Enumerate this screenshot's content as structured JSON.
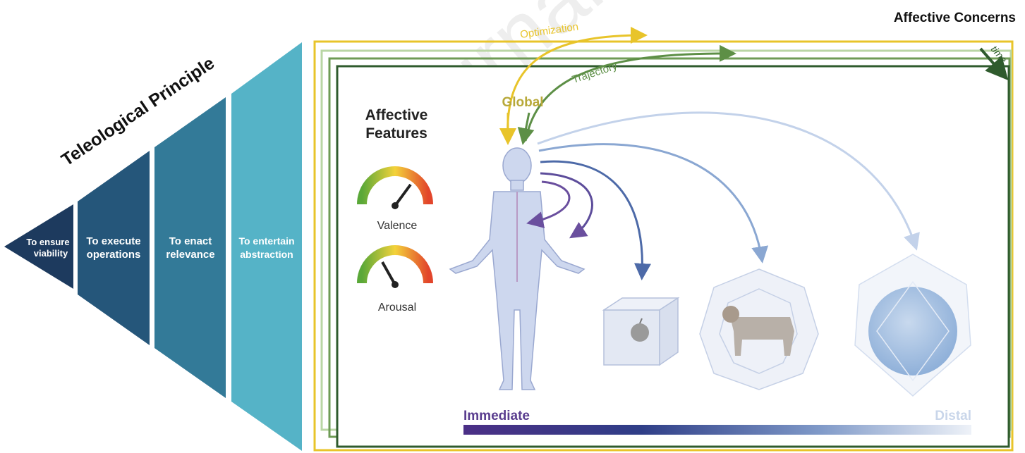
{
  "title": "Affective Concerns",
  "pyramid": {
    "heading": "Teleological Principle",
    "levels": [
      {
        "line1": "To ensure",
        "line2": "viability",
        "color": "#1d3a5e"
      },
      {
        "line1": "To execute",
        "line2": "operations",
        "color": "#25567a"
      },
      {
        "line1": "To enact",
        "line2": "relevance",
        "color": "#337a98"
      },
      {
        "line1": "To entertain",
        "line2": "abstraction",
        "color": "#55b3c7"
      }
    ]
  },
  "frames": {
    "optimization": "Optimization",
    "trajectory": "Trajectory",
    "time": "time",
    "global": "Global",
    "colors": {
      "yellow": "#e8c42a",
      "light_green": "#b9d6a4",
      "mid_green": "#6e9b55",
      "dark_green": "#2f5b2d"
    }
  },
  "features": {
    "heading_line1": "Affective",
    "heading_line2": "Features",
    "valence": "Valence",
    "arousal": "Arousal"
  },
  "scale": {
    "immediate": "Immediate",
    "distal": "Distal",
    "immediate_color": "#5a3d8f",
    "distal_color": "#c9d6ea"
  },
  "watermark": "Journal Pre-proof"
}
